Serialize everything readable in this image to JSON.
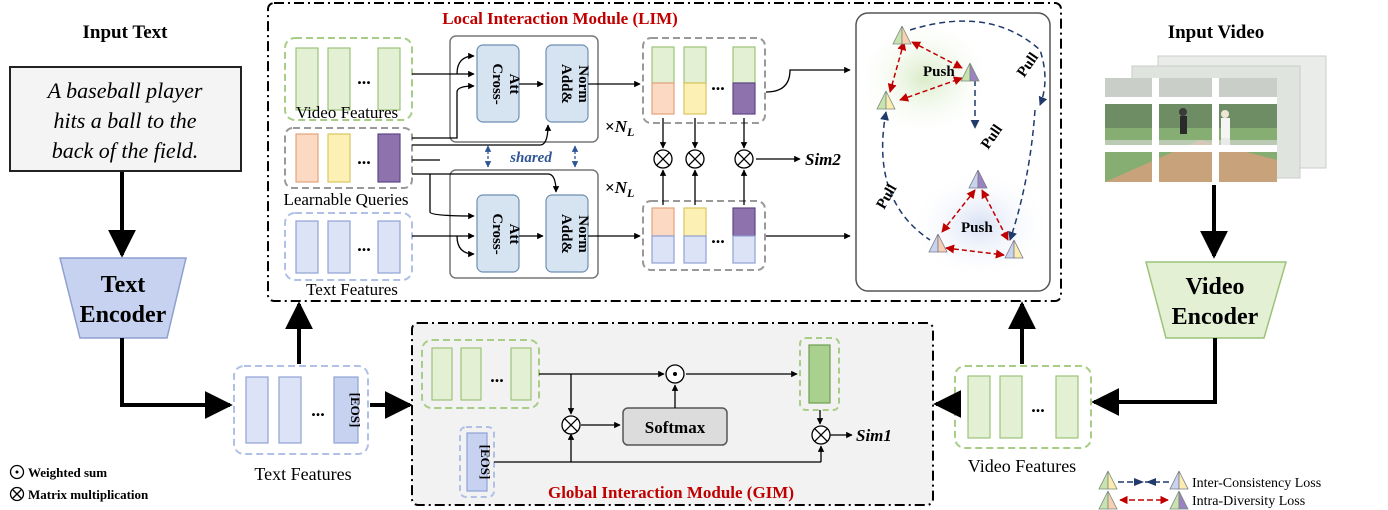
{
  "input_text": {
    "title": "Input Text",
    "lines": [
      "A baseball player",
      "hits a ball to the",
      "back of the field."
    ]
  },
  "input_video": {
    "title": "Input Video"
  },
  "text_encoder": {
    "line1": "Text",
    "line2": "Encoder"
  },
  "video_encoder": {
    "line1": "Video",
    "line2": "Encoder"
  },
  "text_features_label": "Text Features",
  "video_features_label": "Video Features",
  "eos_token": "[EOS]",
  "ellipsis": "...",
  "lim": {
    "title": "Local Interaction Module (LIM)",
    "video_features": "Video Features",
    "learnable_queries": "Learnable Queries",
    "text_features": "Text Features",
    "cross_att": [
      "Cross-",
      "Att"
    ],
    "add_norm": [
      "Add&",
      "Norm"
    ],
    "shared": "shared",
    "times": "×",
    "layers_symbol": "N",
    "layers_subscript": "L",
    "sim": "Sim2",
    "push": "Push",
    "pull": "Pull"
  },
  "gim": {
    "title": "Global Interaction Module (GIM)",
    "softmax": "Softmax",
    "sim": "Sim1"
  },
  "legend": {
    "weighted_sum": "Weighted sum",
    "matrix_mult": "Matrix multiplication",
    "inter_consistency": "Inter-Consistency Loss",
    "intra_diversity": "Intra-Diversity Loss"
  },
  "colors": {
    "green_fill": "#e3f0d4",
    "green_stroke": "#9dc37a",
    "blue_fill": "#dce3f6",
    "blue_stroke": "#8fa2d6",
    "purple": "#8e72ad",
    "orange": "#fbd9c2",
    "yellow": "#fdf0b4",
    "module_red": "#c00000",
    "shared_blue": "#2f5597",
    "cross_att_fill": "#d6e3f0",
    "gim_bg": "#f2f2f2"
  }
}
